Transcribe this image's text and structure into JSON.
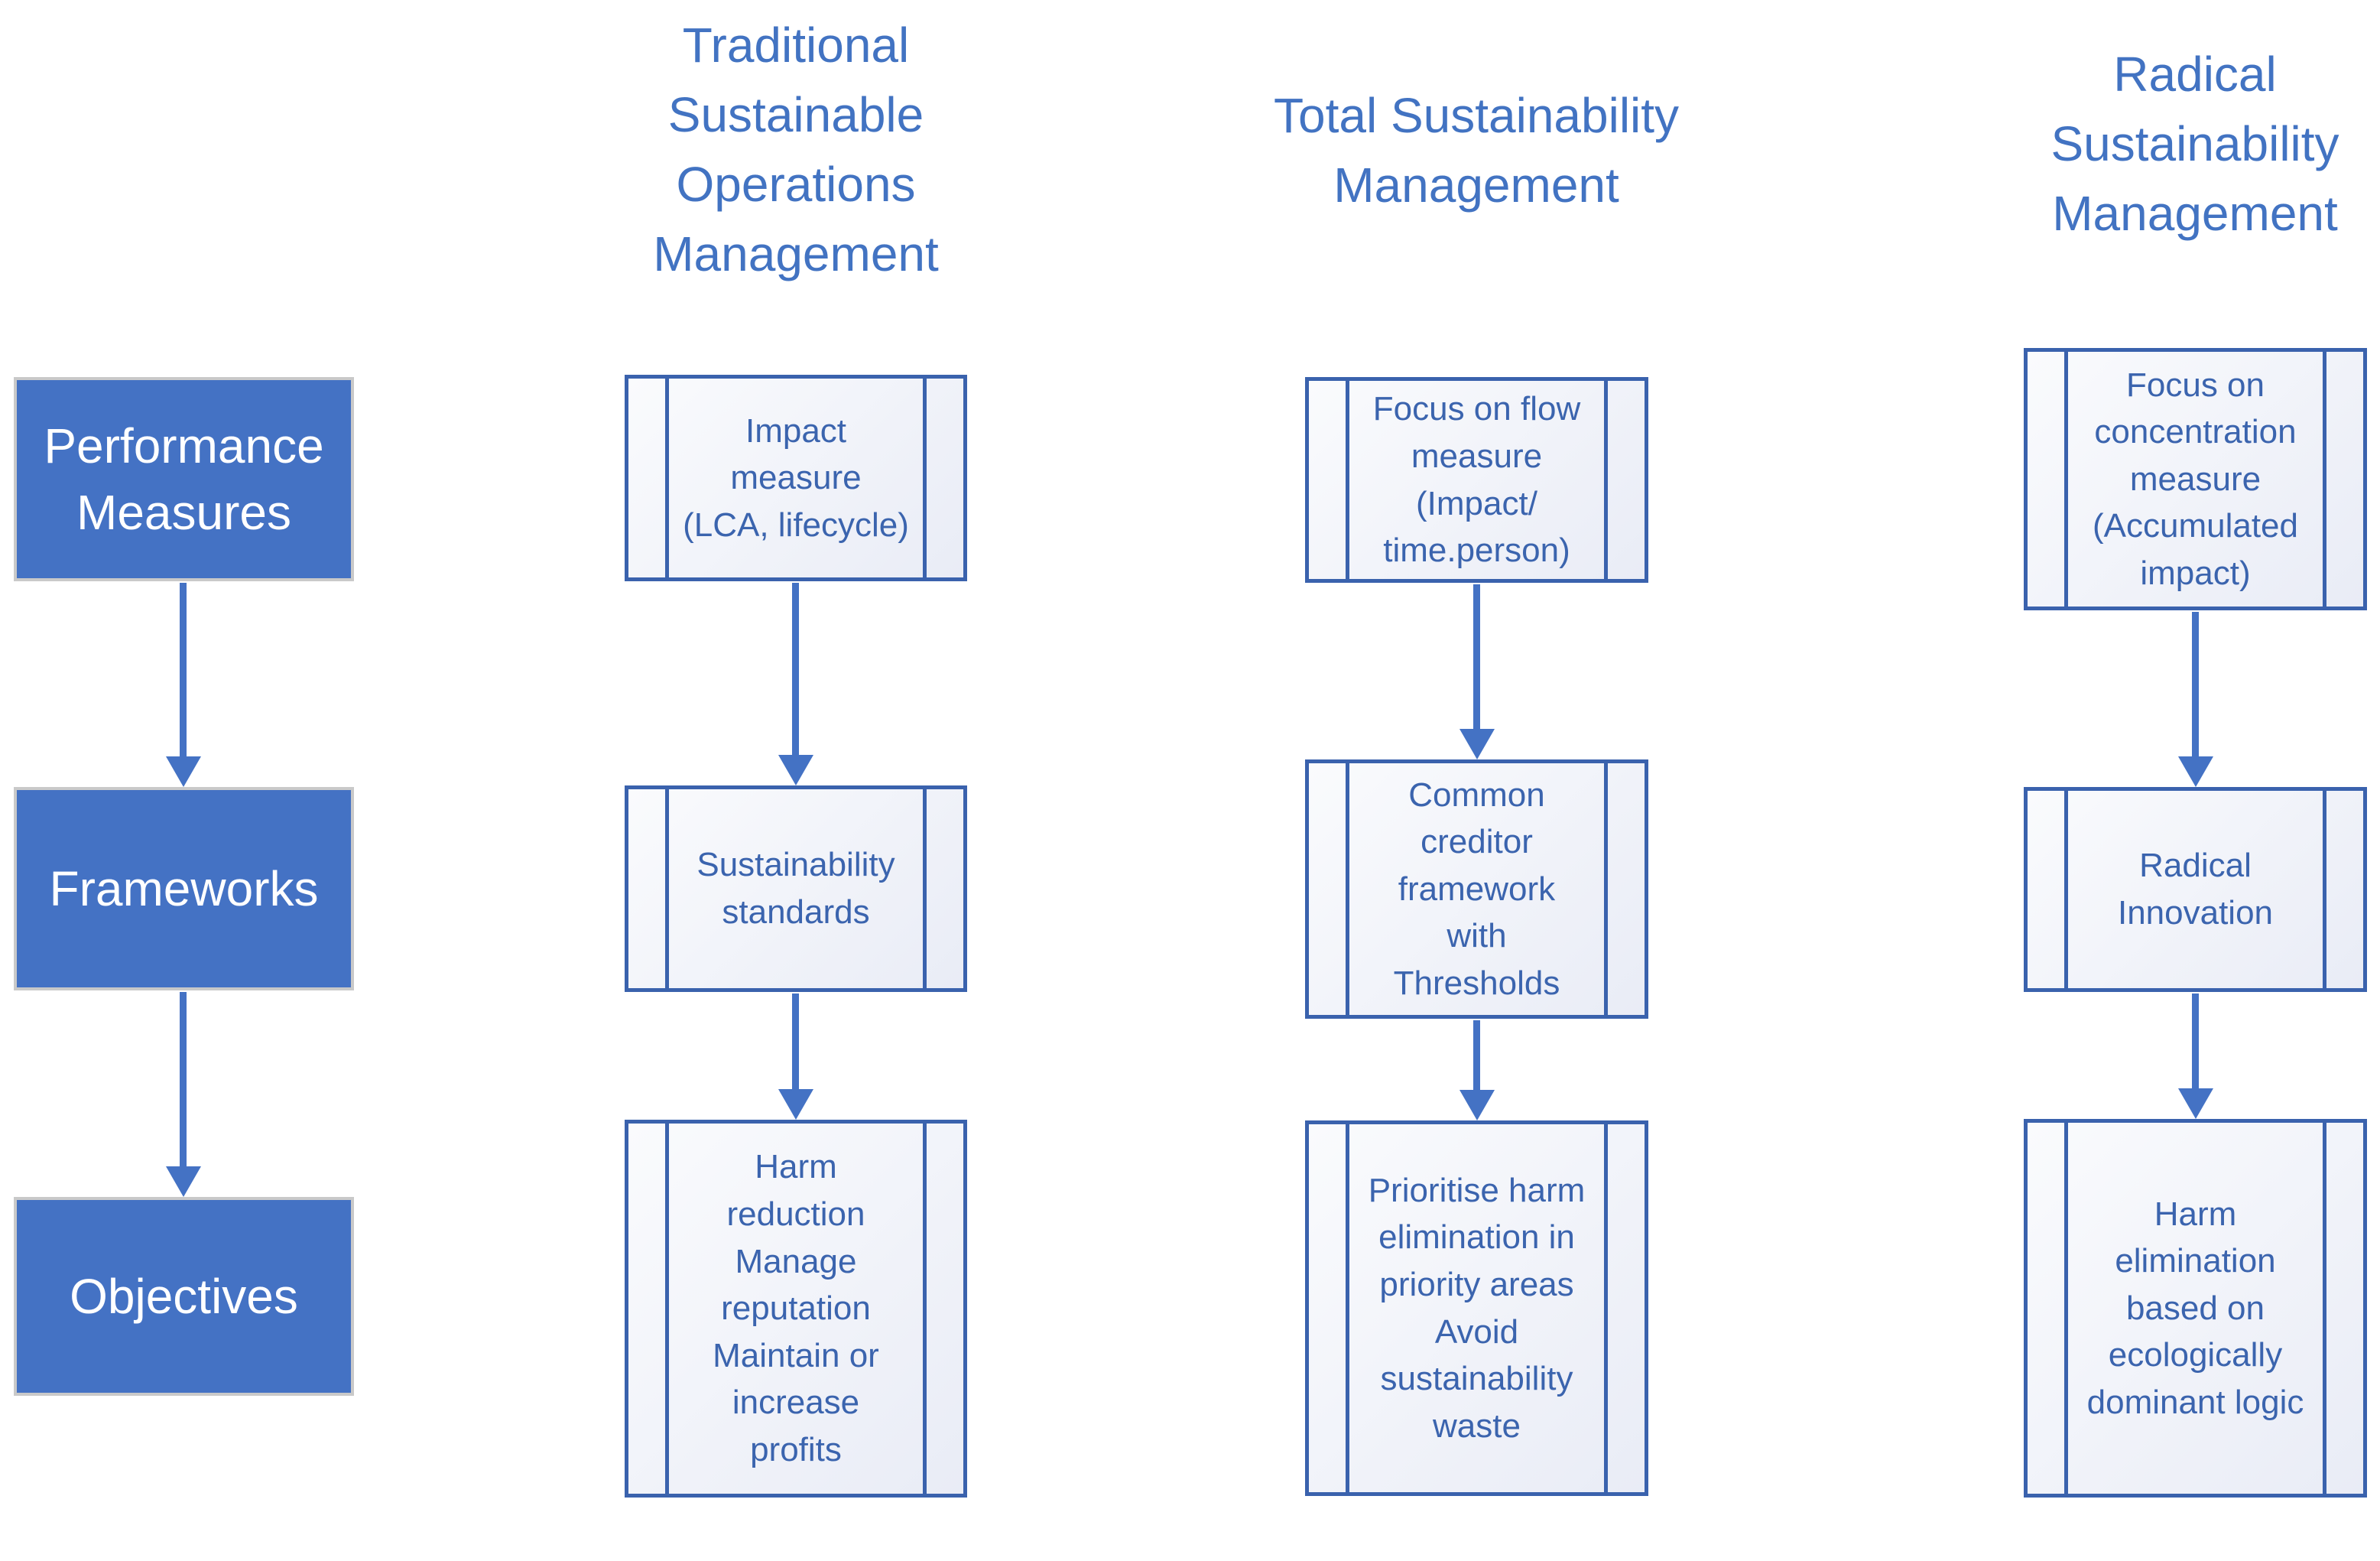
{
  "colors": {
    "accent_blue": "#4472C4",
    "box_border": "#3A62AD",
    "box_fill_start": "#FAFBFD",
    "box_fill_end": "#E9ECF6",
    "row_label_fill": "#4472C4",
    "row_label_border": "#C9C9C9",
    "row_label_text": "#FFFFFF",
    "header_text": "#4273C2",
    "diagram_text": "#3B64AE",
    "arrow": "#4472C4",
    "background": "#FFFFFF"
  },
  "row_labels": [
    {
      "label": "Performance\nMeasures"
    },
    {
      "label": "Frameworks"
    },
    {
      "label": "Objectives"
    }
  ],
  "columns": [
    {
      "header": "Traditional\nSustainable\nOperations\nManagement",
      "boxes": [
        {
          "text": "Impact\nmeasure\n(LCA, lifecycle)"
        },
        {
          "text": "Sustainability\nstandards"
        },
        {
          "text": "Harm\nreduction\nManage\nreputation\nMaintain or\nincrease\nprofits"
        }
      ]
    },
    {
      "header": "Total Sustainability\nManagement",
      "boxes": [
        {
          "text": "Focus on flow\nmeasure\n(Impact/\ntime.person)"
        },
        {
          "text": "Common\ncreditor\nframework\nwith\nThresholds"
        },
        {
          "text": "Prioritise harm\nelimination in\npriority areas\nAvoid\nsustainability\nwaste"
        }
      ]
    },
    {
      "header": "Radical\nSustainability\nManagement",
      "boxes": [
        {
          "text": "Focus on\nconcentration\nmeasure\n(Accumulated\nimpact)"
        },
        {
          "text": "Radical\nInnovation"
        },
        {
          "text": "Harm\nelimination\nbased on\necologically\ndominant logic"
        }
      ]
    }
  ]
}
